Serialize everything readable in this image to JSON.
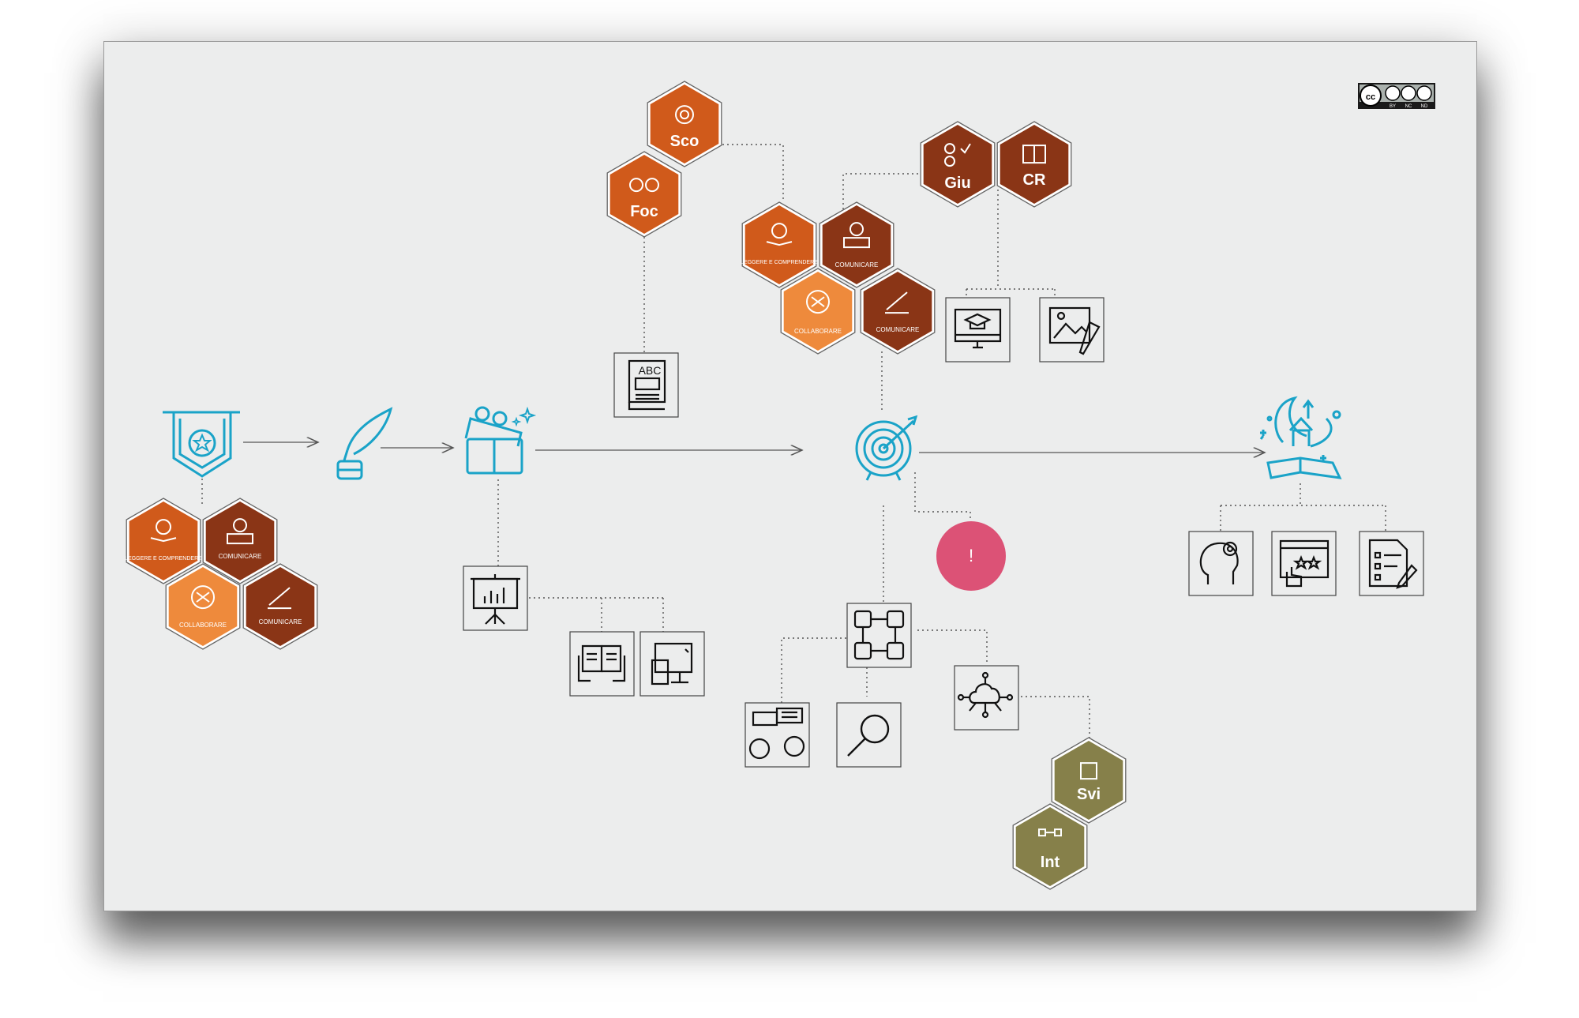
{
  "license_badge": {
    "cc": "cc",
    "terms": [
      "BY",
      "NC",
      "ND"
    ]
  },
  "hexagons": {
    "left_cluster": {
      "leggere": "LEGGERE E COMPRENDERE",
      "comunicare_1": "COMUNICARE",
      "collaborare": "COLLABORARE",
      "comunicare_2": "COMUNICARE"
    },
    "top_pair": {
      "sco": "Sco",
      "foc": "Foc"
    },
    "center_cluster": {
      "leggere": "LEGGERE E COMPRENDERE",
      "comunicare_1": "COMUNICARE",
      "collaborare": "COLLABORARE",
      "comunicare_2": "COMUNICARE"
    },
    "right_pair": {
      "giu": "Giu",
      "cr": "CR"
    },
    "bottom_pair": {
      "svi": "Svi",
      "int": "Int"
    }
  },
  "icon_boxes": {
    "abc_book": "ABC"
  },
  "alert": {
    "label": "!"
  },
  "colors": {
    "board": "#eceded",
    "hex_orange": "#d05a1b",
    "hex_brown": "#8a3516",
    "hex_light_orange": "#ee8a3c",
    "hex_olive": "#86804a",
    "accent_teal": "#1aa3c8",
    "alert_pink": "#dc5276"
  }
}
